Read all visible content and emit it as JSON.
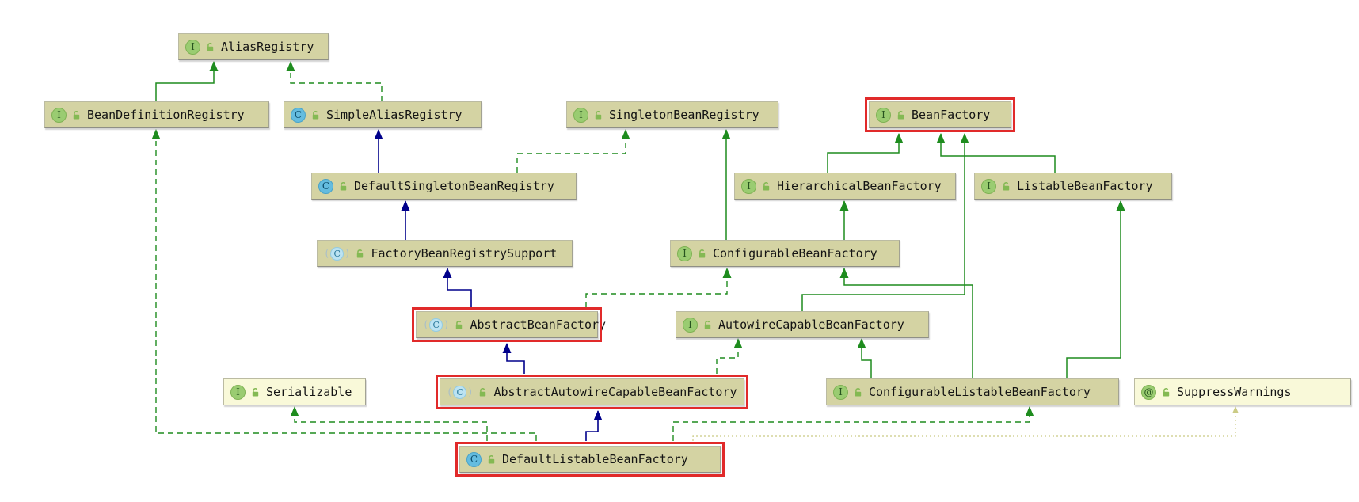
{
  "diagram": {
    "kind": "uml-class-diagram",
    "colors": {
      "background": "#ffffff",
      "node_fill": "#d4d3a3",
      "external_node_fill": "#f9f9d9",
      "highlight_border": "#e12a2a",
      "interface_edge": "#1e8c1e",
      "class_extends_edge": "#00008b",
      "annotation_edge": "#cbcb85",
      "interface_icon": "#9acc71",
      "class_icon": "#64bcdf",
      "abstract_class_icon": "#bce3f2"
    },
    "icons": {
      "interface_glyph": "I",
      "class_glyph": "C",
      "abstract_class_glyph": "C",
      "annotation_glyph": "@",
      "visibility": "public-open-lock"
    },
    "nodes": [
      {
        "label": "AliasRegistry",
        "kind": "interface",
        "icon_glyph": "I",
        "external": false,
        "highlighted": false
      },
      {
        "label": "BeanDefinitionRegistry",
        "kind": "interface",
        "icon_glyph": "I",
        "external": false,
        "highlighted": false
      },
      {
        "label": "SimpleAliasRegistry",
        "kind": "class",
        "icon_glyph": "C",
        "external": false,
        "highlighted": false
      },
      {
        "label": "SingletonBeanRegistry",
        "kind": "interface",
        "icon_glyph": "I",
        "external": false,
        "highlighted": false
      },
      {
        "label": "BeanFactory",
        "kind": "interface",
        "icon_glyph": "I",
        "external": false,
        "highlighted": true
      },
      {
        "label": "DefaultSingletonBeanRegistry",
        "kind": "class",
        "icon_glyph": "C",
        "external": false,
        "highlighted": false
      },
      {
        "label": "HierarchicalBeanFactory",
        "kind": "interface",
        "icon_glyph": "I",
        "external": false,
        "highlighted": false
      },
      {
        "label": "ListableBeanFactory",
        "kind": "interface",
        "icon_glyph": "I",
        "external": false,
        "highlighted": false
      },
      {
        "label": "FactoryBeanRegistrySupport",
        "kind": "abstract-class",
        "icon_glyph": "C",
        "external": false,
        "highlighted": false
      },
      {
        "label": "ConfigurableBeanFactory",
        "kind": "interface",
        "icon_glyph": "I",
        "external": false,
        "highlighted": false
      },
      {
        "label": "AbstractBeanFactory",
        "kind": "abstract-class",
        "icon_glyph": "C",
        "external": false,
        "highlighted": true
      },
      {
        "label": "AutowireCapableBeanFactory",
        "kind": "interface",
        "icon_glyph": "I",
        "external": false,
        "highlighted": false
      },
      {
        "label": "Serializable",
        "kind": "interface",
        "icon_glyph": "I",
        "external": true,
        "highlighted": false
      },
      {
        "label": "AbstractAutowireCapableBeanFactory",
        "kind": "abstract-class",
        "icon_glyph": "C",
        "external": false,
        "highlighted": true
      },
      {
        "label": "ConfigurableListableBeanFactory",
        "kind": "interface",
        "icon_glyph": "I",
        "external": false,
        "highlighted": false
      },
      {
        "label": "SuppressWarnings",
        "kind": "annotation",
        "icon_glyph": "@",
        "external": true,
        "highlighted": false
      },
      {
        "label": "DefaultListableBeanFactory",
        "kind": "class",
        "icon_glyph": "C",
        "external": false,
        "highlighted": true
      }
    ],
    "edges": [
      {
        "from": "BeanDefinitionRegistry",
        "to": "AliasRegistry",
        "relation": "extends",
        "line": "solid-green"
      },
      {
        "from": "SimpleAliasRegistry",
        "to": "AliasRegistry",
        "relation": "implements",
        "line": "dashed-green"
      },
      {
        "from": "DefaultSingletonBeanRegistry",
        "to": "SimpleAliasRegistry",
        "relation": "extends",
        "line": "solid-navy"
      },
      {
        "from": "DefaultSingletonBeanRegistry",
        "to": "SingletonBeanRegistry",
        "relation": "implements",
        "line": "dashed-green"
      },
      {
        "from": "FactoryBeanRegistrySupport",
        "to": "DefaultSingletonBeanRegistry",
        "relation": "extends",
        "line": "solid-navy"
      },
      {
        "from": "AbstractBeanFactory",
        "to": "FactoryBeanRegistrySupport",
        "relation": "extends",
        "line": "solid-navy"
      },
      {
        "from": "AbstractBeanFactory",
        "to": "ConfigurableBeanFactory",
        "relation": "implements",
        "line": "dashed-green"
      },
      {
        "from": "ConfigurableBeanFactory",
        "to": "HierarchicalBeanFactory",
        "relation": "extends",
        "line": "solid-green"
      },
      {
        "from": "ConfigurableBeanFactory",
        "to": "SingletonBeanRegistry",
        "relation": "extends",
        "line": "solid-green"
      },
      {
        "from": "HierarchicalBeanFactory",
        "to": "BeanFactory",
        "relation": "extends",
        "line": "solid-green"
      },
      {
        "from": "ListableBeanFactory",
        "to": "BeanFactory",
        "relation": "extends",
        "line": "solid-green"
      },
      {
        "from": "AutowireCapableBeanFactory",
        "to": "BeanFactory",
        "relation": "extends",
        "line": "solid-green"
      },
      {
        "from": "AbstractAutowireCapableBeanFactory",
        "to": "AbstractBeanFactory",
        "relation": "extends",
        "line": "solid-navy"
      },
      {
        "from": "AbstractAutowireCapableBeanFactory",
        "to": "AutowireCapableBeanFactory",
        "relation": "implements",
        "line": "dashed-green"
      },
      {
        "from": "ConfigurableListableBeanFactory",
        "to": "AutowireCapableBeanFactory",
        "relation": "extends",
        "line": "solid-green"
      },
      {
        "from": "ConfigurableListableBeanFactory",
        "to": "ConfigurableBeanFactory",
        "relation": "extends",
        "line": "solid-green"
      },
      {
        "from": "ConfigurableListableBeanFactory",
        "to": "ListableBeanFactory",
        "relation": "extends",
        "line": "solid-green"
      },
      {
        "from": "DefaultListableBeanFactory",
        "to": "AbstractAutowireCapableBeanFactory",
        "relation": "extends",
        "line": "solid-navy"
      },
      {
        "from": "DefaultListableBeanFactory",
        "to": "ConfigurableListableBeanFactory",
        "relation": "implements",
        "line": "dashed-green"
      },
      {
        "from": "DefaultListableBeanFactory",
        "to": "BeanDefinitionRegistry",
        "relation": "implements",
        "line": "dashed-green"
      },
      {
        "from": "DefaultListableBeanFactory",
        "to": "Serializable",
        "relation": "implements",
        "line": "dashed-green"
      },
      {
        "from": "DefaultListableBeanFactory",
        "to": "SuppressWarnings",
        "relation": "annotated-with",
        "line": "dotted-khaki"
      }
    ]
  }
}
